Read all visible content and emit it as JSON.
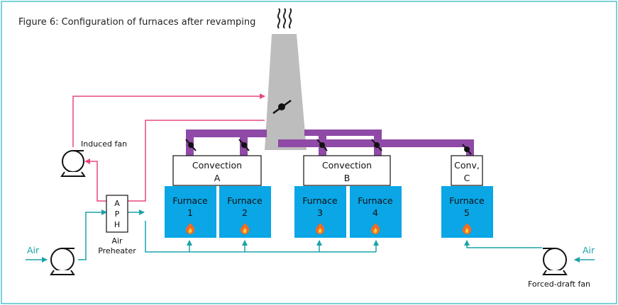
{
  "title": "Figure 6: Configuration of furnaces after revamping",
  "colors": {
    "frame": "#4fc3cc",
    "air_line": "#1aa3a8",
    "flue_line": "#e8487a",
    "duct": "#8e4aa6",
    "furnace_fill": "#0aa6e6",
    "stack_fill": "#bdbdbd",
    "flame": "#f36b21"
  },
  "convection": [
    {
      "line1": "Convection",
      "line2": "A"
    },
    {
      "line1": "Convection",
      "line2": "B"
    },
    {
      "line1": "Conv,",
      "line2": "C"
    }
  ],
  "furnaces": [
    {
      "label": "Furnace",
      "number": "1"
    },
    {
      "label": "Furnace",
      "number": "2"
    },
    {
      "label": "Furnace",
      "number": "3"
    },
    {
      "label": "Furnace",
      "number": "4"
    },
    {
      "label": "Furnace",
      "number": "5"
    }
  ],
  "aph": {
    "letters": [
      "A",
      "P",
      "H"
    ],
    "caption_line1": "Air",
    "caption_line2": "Preheater"
  },
  "labels": {
    "induced_fan": "Induced fan",
    "forced_fan": "Forced-draft fan",
    "air_left": "Air",
    "air_right": "Air"
  }
}
